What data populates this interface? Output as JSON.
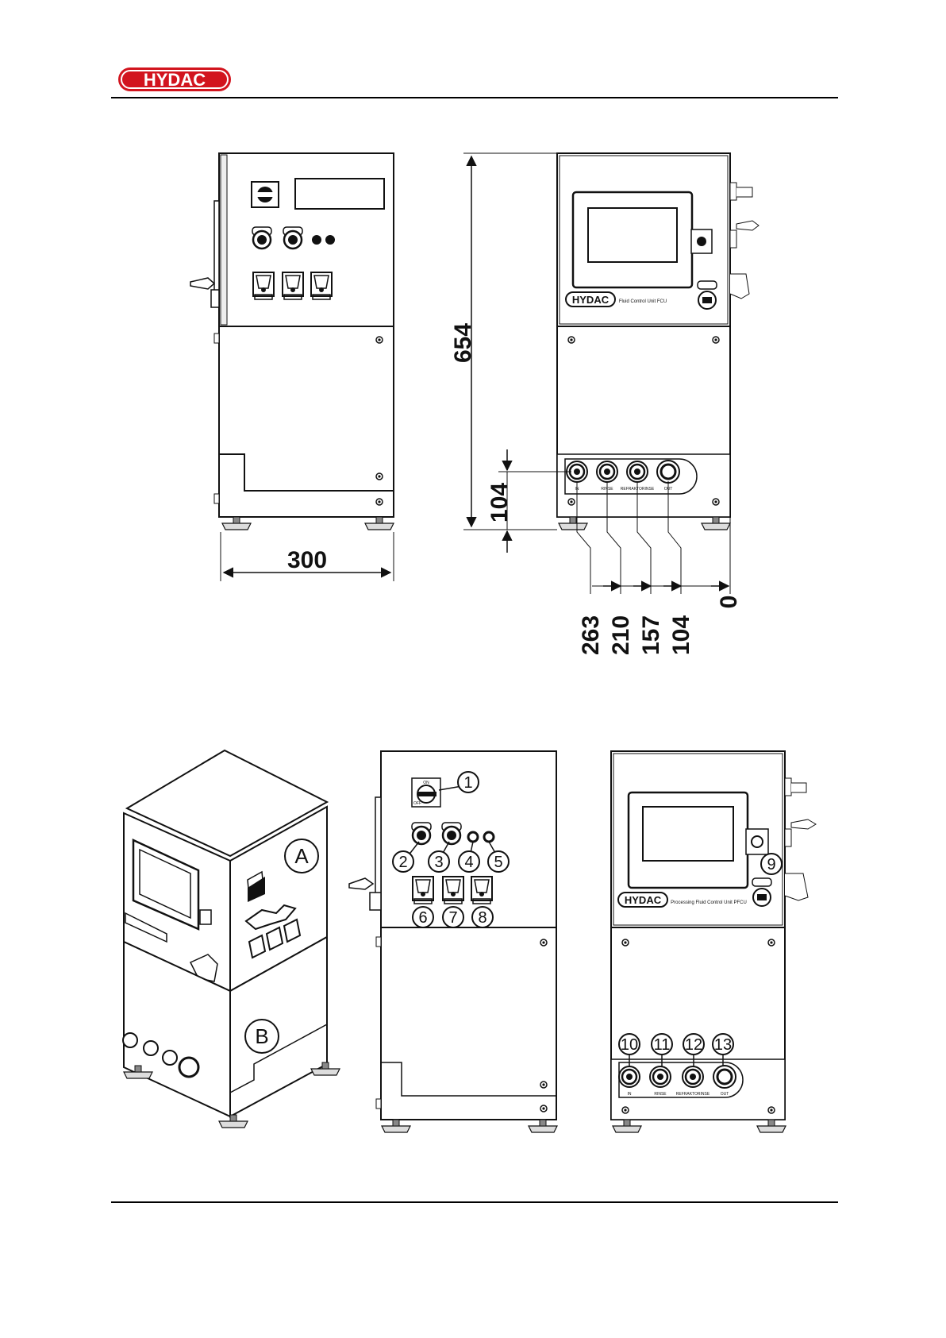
{
  "logo": {
    "text": "HYDAC",
    "color": "#d2141e"
  },
  "dimensions": {
    "width": "300",
    "height": "654",
    "port_height": "104",
    "port_offsets": [
      "263",
      "210",
      "157",
      "104",
      "0"
    ]
  },
  "front_label": "Fluid Control Unit FCU",
  "iso_front_label": "Processing Fluid Control Unit PFCU",
  "port_labels_top": [
    "IN",
    "RINSE",
    "REFRAKTORINSE",
    "OUT"
  ],
  "port_labels_bottom": [
    "IN",
    "RINSE",
    "REFRAKTORINSE",
    "OUT"
  ],
  "section_labels": [
    "A",
    "B"
  ],
  "callouts_left": [
    "1",
    "2",
    "3",
    "4",
    "5",
    "6",
    "7",
    "8"
  ],
  "callouts_right": [
    "9",
    "10",
    "11",
    "12",
    "13"
  ],
  "switch_labels": [
    "ON",
    "OFF"
  ]
}
